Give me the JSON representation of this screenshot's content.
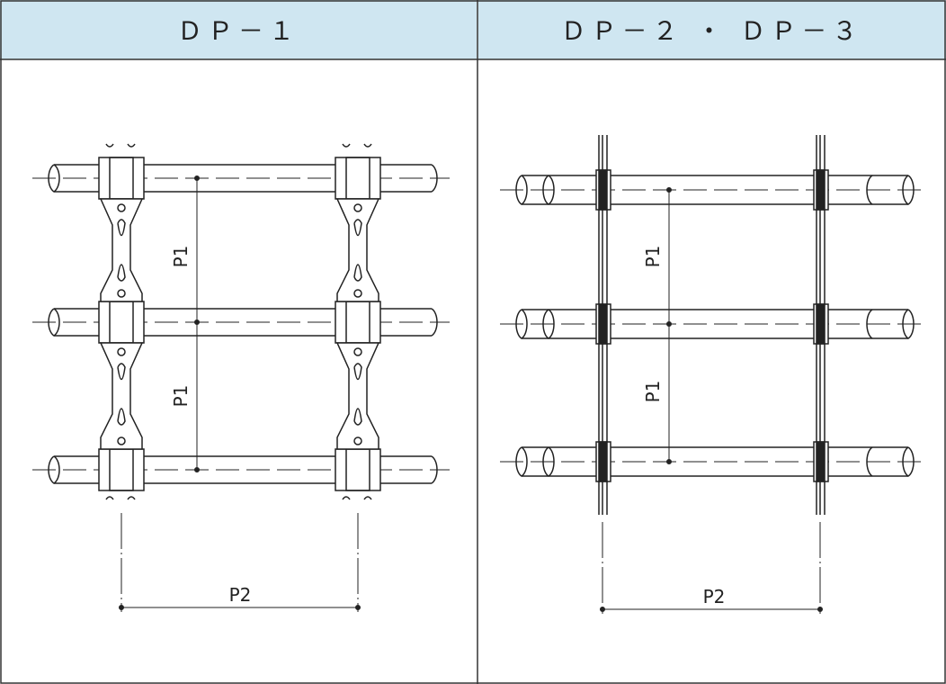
{
  "panels": [
    {
      "title": "ＤＰ－１",
      "labels": {
        "p1_top": "P1",
        "p1_bottom": "P1",
        "p2": "P2"
      }
    },
    {
      "title": "ＤＰ－２ ・ ＤＰ－３",
      "labels": {
        "p1_top": "P1",
        "p1_bottom": "P1",
        "p2": "P2"
      }
    }
  ],
  "colors": {
    "header_bg": "#cfe6f1",
    "line": "#222222",
    "border": "#333333"
  }
}
